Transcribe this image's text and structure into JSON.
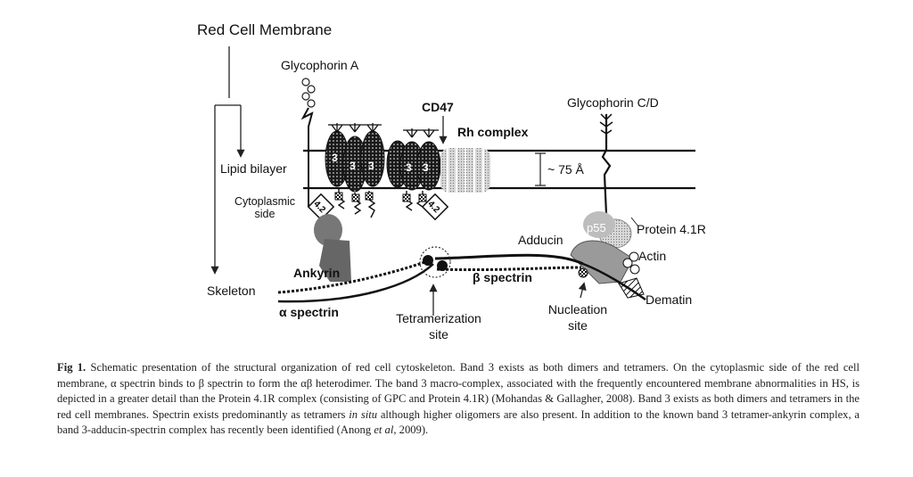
{
  "figure": {
    "title": "Red Cell Membrane",
    "labels": {
      "glycophorin_a": "Glycophorin  A",
      "cd47": "CD47",
      "rh_complex": "Rh complex",
      "glycophorin_cd": "Glycophorin C/D",
      "lipid_bilayer": "Lipid bilayer",
      "thickness": "~ 75 Å",
      "cytoplasmic_side_line1": "Cytoplasmic",
      "cytoplasmic_side_line2": "side",
      "skeleton": "Skeleton",
      "ankyrin": "Ankyrin",
      "alpha_spectrin": "α spectrin",
      "beta_spectrin": "β spectrin",
      "tetramerization_line1": "Tetramerization",
      "tetramerization_line2": "site",
      "nucleation_line1": "Nucleation",
      "nucleation_line2": "site",
      "adducin": "Adducin",
      "p55": "p55",
      "protein_41r": "Protein 4.1R",
      "actin": "Actin",
      "dematin": "Dematin",
      "band3_mark": "3",
      "protein42_mark": "4.2"
    }
  },
  "caption": {
    "fig_number": "Fig 1.",
    "text_part1": "Schematic presentation of the structural organization of red cell cytoskeleton. Band 3 exists as both dimers and tetramers. On the cytoplasmic side of the red cell membrane, α spectrin binds to β spectrin to form the αβ heterodimer. The band 3 macro-complex, associated with the frequently encountered membrane abnormalities in HS, is depicted in a greater detail than the Protein 4.1R complex (consisting of GPC and Protein 4.1R) (Mohandas & Gallagher, 2008). Band 3 exists as both dimers and tetramers in the red cell membranes. Spectrin exists predominantly as tetramers",
    "in_situ": "in situ",
    "text_part2": "although higher oligomers are also present. In addition to the known band 3 tetramer-ankyrin complex, a band 3-adducin-spectrin complex has recently been identified (Anong",
    "et_al": "et al",
    "text_part3": ", 2009)."
  }
}
